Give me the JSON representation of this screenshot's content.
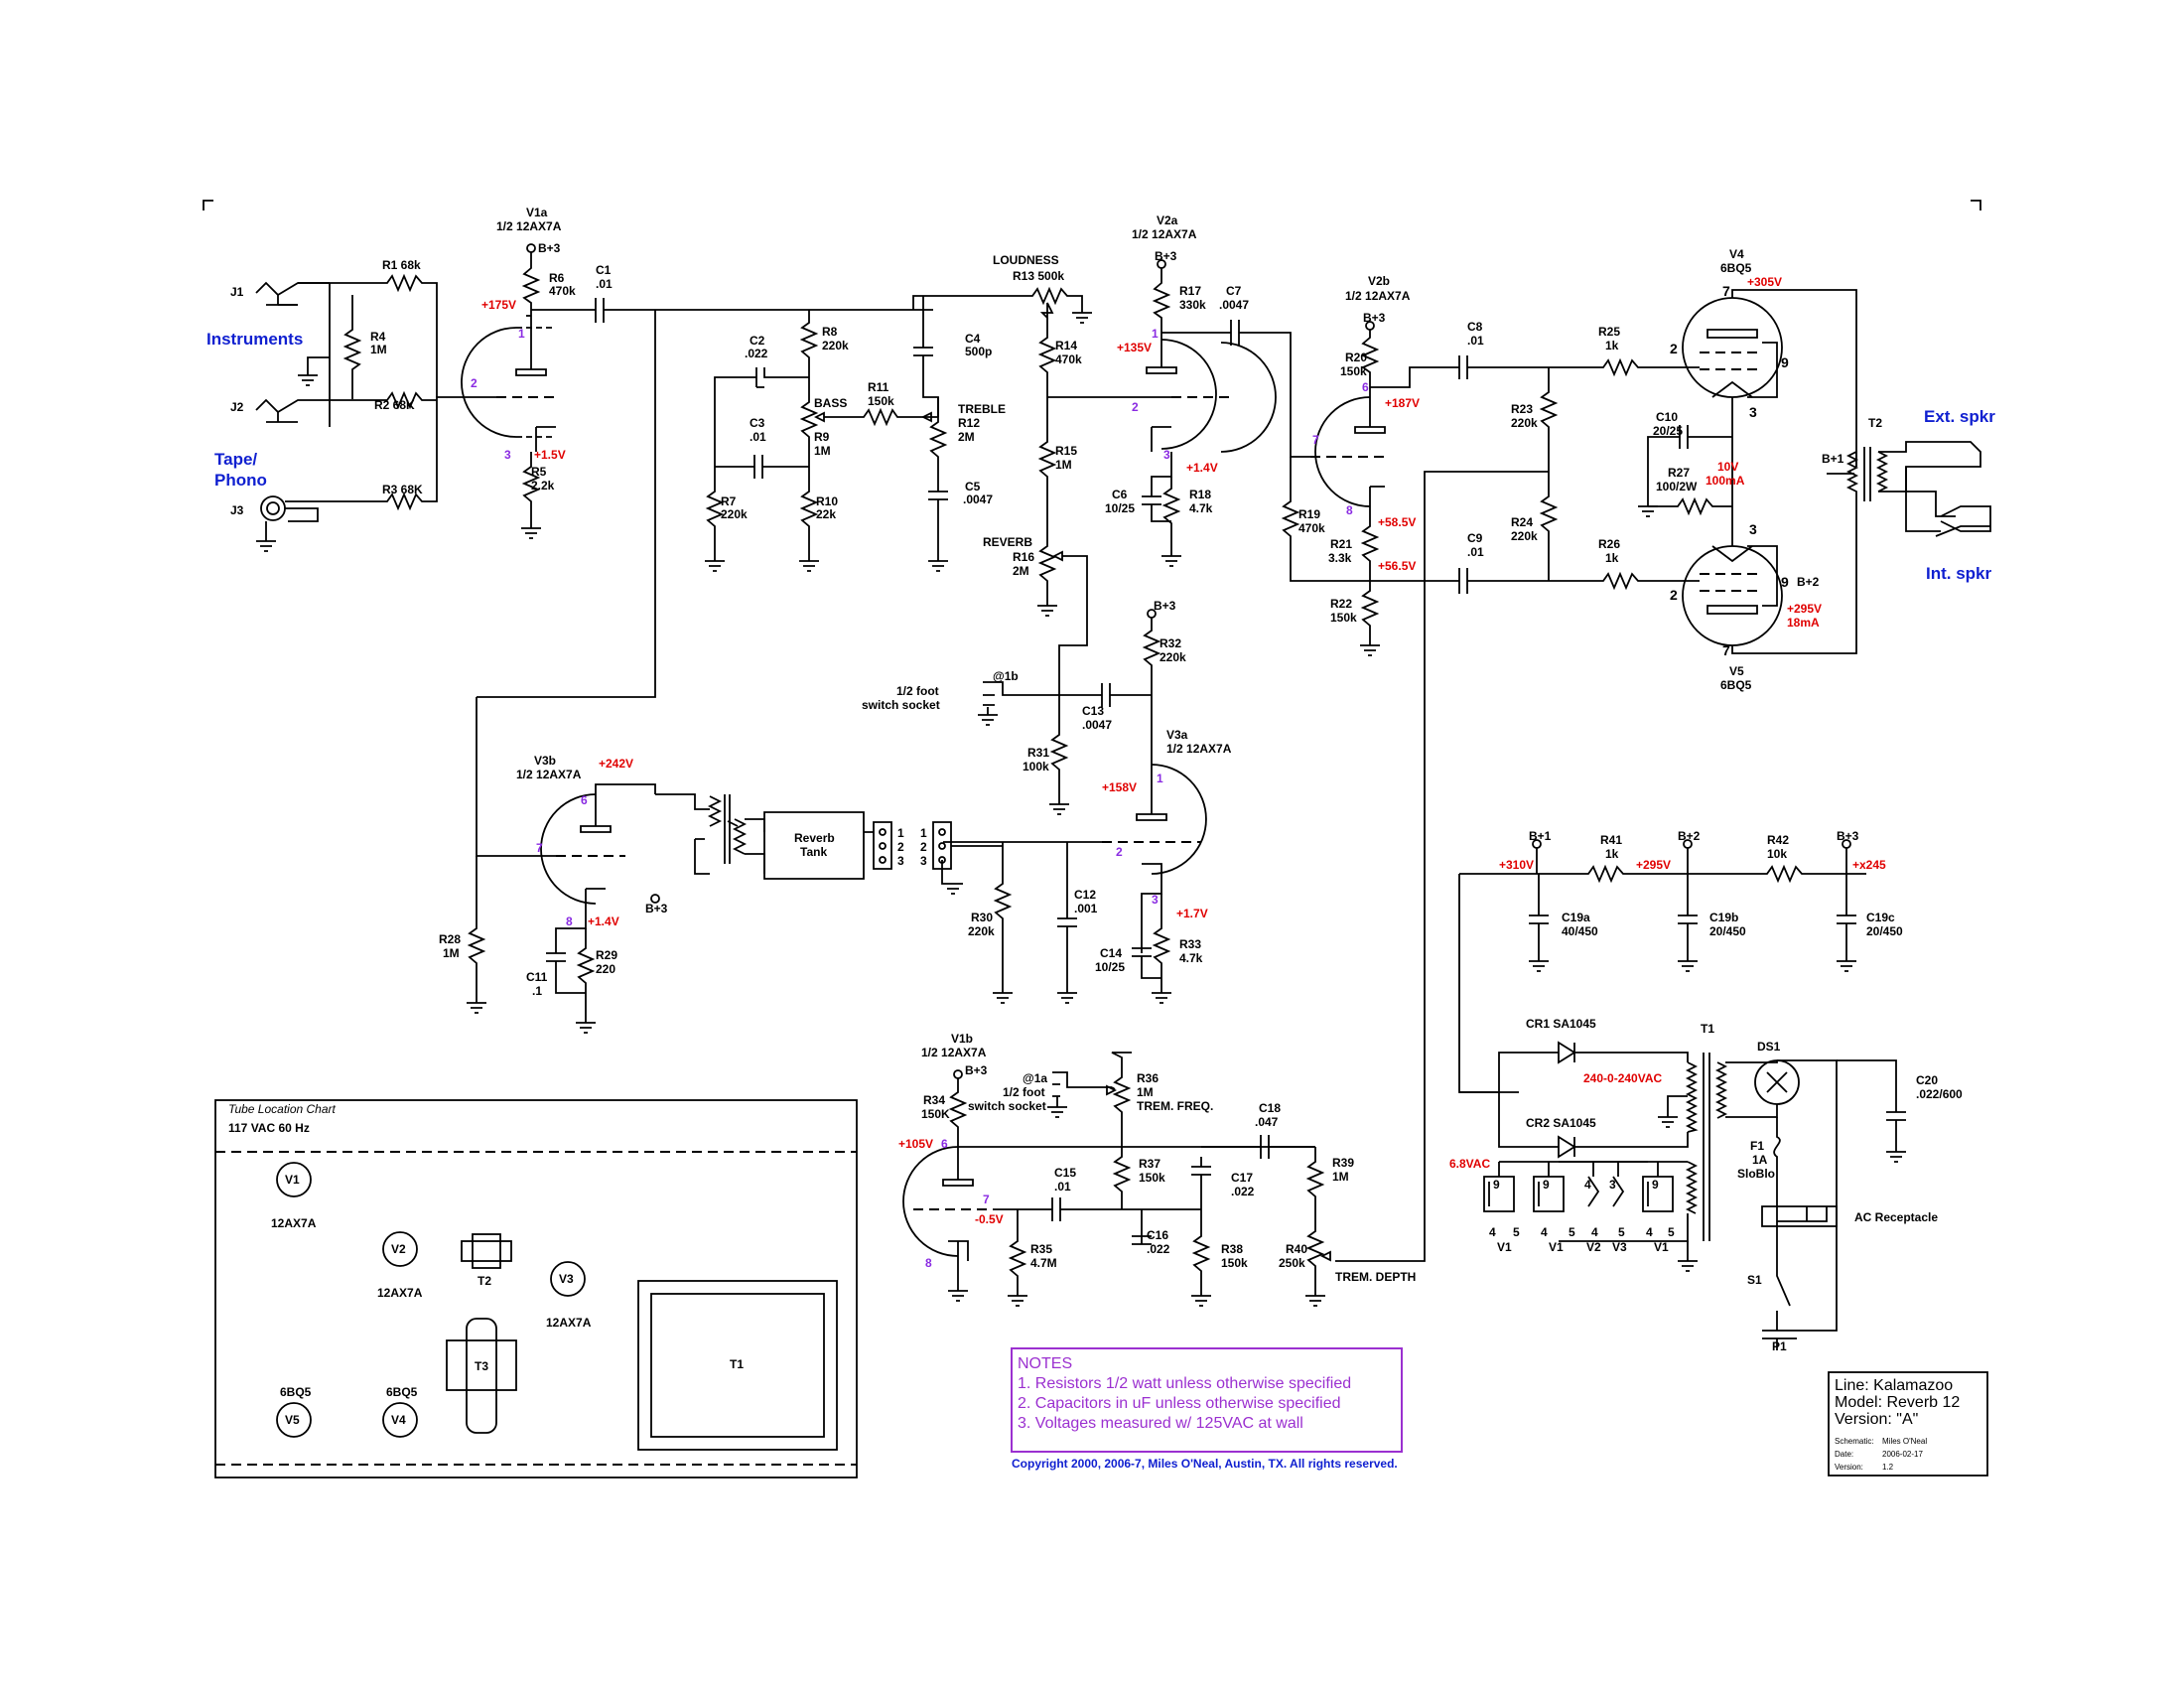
{
  "labels": {
    "v1a_title": "V1a",
    "v1a_type": "1/2 12AX7A",
    "v2a_title": "V2a",
    "v2a_type": "1/2 12AX7A",
    "v2b_title": "V2b",
    "v2b_type": "1/2 12AX7A",
    "v3a_title": "V3a",
    "v3a_type": "1/2 12AX7A",
    "v3b_title": "V3b",
    "v3b_type": "1/2 12AX7A",
    "v1b_title": "V1b",
    "v1b_type": "1/2 12AX7A",
    "v4_title": "V4",
    "v4_type": "6BQ5",
    "v5_title": "V5",
    "v5_type": "6BQ5",
    "instruments": "Instruments",
    "tape": "Tape/",
    "phono": "Phono",
    "ext_spkr": "Ext. spkr",
    "int_spkr": "Int. spkr",
    "j1": "J1",
    "j2": "J2",
    "j3": "J3",
    "r1": "R1 68k",
    "r2": "R2 68K",
    "r3": "R3 68K",
    "r4": "R4",
    "r4v": "1M",
    "r5": "R5",
    "r5v": "2.2k",
    "r6": "R6",
    "r6v": "470k",
    "c1": "C1",
    "c1v": ".01",
    "c2": "C2",
    "c2v": ".022",
    "c3": "C3",
    "c3v": ".01",
    "r7": "R7",
    "r7v": "220k",
    "r8": "R8",
    "r8v": "220k",
    "bass": "BASS",
    "r9": "R9",
    "r9v": "1M",
    "r10": "R10",
    "r10v": "22k",
    "r11": "R11",
    "r11v": "150k",
    "loudness": "LOUDNESS",
    "r13": "R13 500k",
    "c4": "C4",
    "c4v": "500p",
    "treble": "TREBLE",
    "r12": "R12",
    "r12v": "2M",
    "c5": "C5",
    "c5v": ".0047",
    "r14": "R14",
    "r14v": "470k",
    "r15": "R15",
    "r15v": "1M",
    "reverb": "REVERB",
    "r16": "R16",
    "r16v": "2M",
    "r17": "R17",
    "r17v": "330k",
    "c7": "C7",
    "c7v": ".0047",
    "c6": "C6",
    "c6v": "10/25",
    "r18": "R18",
    "r18v": "4.7k",
    "r19": "R19",
    "r19v": "470k",
    "r20": "R20",
    "r20v": "150k",
    "r21": "R21",
    "r21v": "3.3k",
    "r22": "R22",
    "r22v": "150k",
    "c8": "C8",
    "c8v": ".01",
    "c9": "C9",
    "c9v": ".01",
    "r23": "R23",
    "r23v": "220k",
    "r24": "R24",
    "r24v": "220k",
    "r25": "R25",
    "r25v": "1k",
    "r26": "R26",
    "r26v": "1k",
    "c10": "C10",
    "c10v": "20/25",
    "r27": "R27",
    "r27v": "100/2W",
    "t2": "T2",
    "b1": "B+1",
    "b2": "B+2",
    "b3": "B+3",
    "foot1b": "@1b",
    "foot_half": "1/2 foot",
    "foot_sock": "switch socket",
    "c13": "C13",
    "c13v": ".0047",
    "r31": "R31",
    "r31v": "100k",
    "r32": "R32",
    "r32v": "220k",
    "reverb_tank1": "Reverb",
    "reverb_tank2": "Tank",
    "r28": "R28",
    "r28v": "1M",
    "c11": "C11",
    "c11v": ".1",
    "r29": "R29",
    "r29v": "220",
    "r30": "R30",
    "r30v": "220k",
    "c12": "C12",
    "c12v": ".001",
    "c14": "C14",
    "c14v": "10/25",
    "r33": "R33",
    "r33v": "4.7k",
    "r41": "R41",
    "r41v": "1k",
    "r42": "R42",
    "r42v": "10k",
    "c19a": "C19a",
    "c19av": "40/450",
    "c19b": "C19b",
    "c19bv": "20/450",
    "c19c": "C19c",
    "c19cv": "20/450",
    "cr1": "CR1 SA1045",
    "cr2": "CR2 SA1045",
    "t1": "T1",
    "ds1": "DS1",
    "c20": "C20",
    "c20v": ".022/600",
    "f1": "F1",
    "f1a": "1A",
    "f1b": "SloBlo",
    "ac_receptacle": "AC Receptacle",
    "s1": "S1",
    "p1": "P1",
    "r34": "R34",
    "r34v": "150K",
    "foot1a": "@1a",
    "foot1a_half": "1/2 foot",
    "foot1a_sock": "switch socket",
    "r36": "R36",
    "r36v": "1M",
    "trem_freq": "TREM. FREQ.",
    "c18": "C18",
    "c18v": ".047",
    "r39": "R39",
    "r39v": "1M",
    "c15": "C15",
    "c15v": ".01",
    "c16": "C16",
    "c16v": ".022",
    "r37": "R37",
    "r37v": "150k",
    "c17": "C17",
    "c17v": ".022",
    "r35": "R35",
    "r35v": "4.7M",
    "r38": "R38",
    "r38v": "150k",
    "r40": "R40",
    "r40v": "250k",
    "trem_depth": "TREM. DEPTH",
    "heater_pins": [
      "4",
      "5",
      "4",
      "5",
      "4",
      "5",
      "4",
      "5"
    ],
    "heater_tubes": [
      "V1",
      "V1",
      "V2",
      "V3",
      "V1"
    ],
    "heater_top": [
      "9",
      "9",
      "4",
      "3",
      "9"
    ]
  },
  "voltages": {
    "v1a_plate": "+175V",
    "v1a_cath": "+1.5V",
    "v2a_plate": "+135V",
    "v2a_cath": "+1.4V",
    "v2b_plate": "+187V",
    "v2b_k1": "+58.5V",
    "v2b_k2": "+56.5V",
    "v4_plate": "+305V",
    "r27_v": "10V",
    "r27_i": "100mA",
    "v5_plate": "+295V",
    "v5_i": "18mA",
    "v3b_plate": "+242V",
    "v3b_cath": "+1.4V",
    "v3a_plate": "+158V",
    "v3a_cath": "+1.7V",
    "b1_v": "+310V",
    "b2_v": "+295V",
    "b3_v": "+x245",
    "t1_sec": "240-0-240VAC",
    "heater": "6.8VAC",
    "v1b_plate": "+105V",
    "v1b_grid": "-0.5V"
  },
  "pins": {
    "v1a_p": "1",
    "v1a_g": "2",
    "v1a_k": "3",
    "v2a_p": "1",
    "v2a_g": "2",
    "v2a_k": "3",
    "v2b_p": "6",
    "v2b_g": "7",
    "v2b_k": "8",
    "v3b_p": "6",
    "v3b_g": "7",
    "v3b_k": "8",
    "v3a_p": "1",
    "v3a_g": "2",
    "v3a_k": "3",
    "v1b_p": "6",
    "v1b_g": "7",
    "v1b_k": "8",
    "v4_7": "7",
    "v4_2": "2",
    "v4_9": "9",
    "v4_3": "3",
    "v5_3": "3",
    "v5_2": "2",
    "v5_9": "9",
    "v5_7": "7",
    "tank_terms": [
      "1",
      "2",
      "3"
    ]
  },
  "tube_chart": {
    "title": "Tube Location Chart",
    "mains": "117 VAC 60 Hz",
    "v1": "V1",
    "v1_type": "12AX7A",
    "v2": "V2",
    "v2_type": "12AX7A",
    "v3": "V3",
    "v3_type": "12AX7A",
    "v4": "V4",
    "v4_type": "6BQ5",
    "v5": "V5",
    "v5_type": "6BQ5",
    "t1": "T1",
    "t2": "T2",
    "t3": "T3"
  },
  "notes": {
    "title": "NOTES",
    "n1": "1. Resistors 1/2 watt unless otherwise specified",
    "n2": "2. Capacitors in uF unless otherwise specified",
    "n3": "3. Voltages measured w/ 125VAC at wall"
  },
  "copyright": "Copyright 2000, 2006-7, Miles O'Neal, Austin, TX.  All rights reserved.",
  "title_block": {
    "line": "Line:  Kalamazoo",
    "model": "Model: Reverb 12",
    "version": "Version: \"A\"",
    "schematic_label": "Schematic:",
    "schematic": "Miles O'Neal",
    "date_label": "Date:",
    "date": "2006-02-17",
    "ver_label": "Version:",
    "ver": "1.2"
  },
  "colors": {
    "voltage": "#e00000",
    "pin": "#8a2be2",
    "label_blue": "#1020d0",
    "notes": "#9b30d0"
  }
}
